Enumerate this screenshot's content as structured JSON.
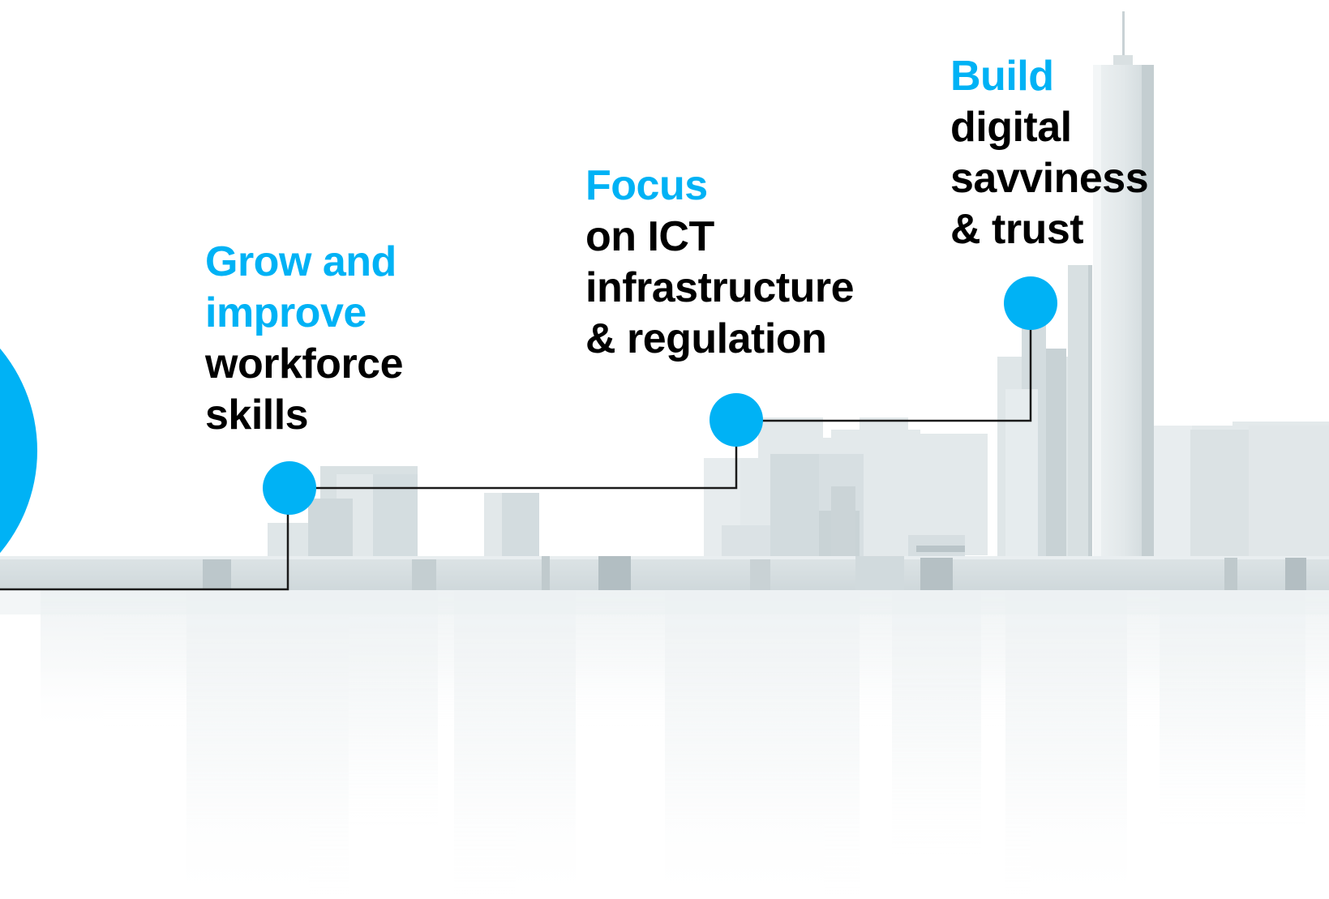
{
  "colors": {
    "accent": "#00b2f5",
    "text": "#000000",
    "connector": "#1a1a1a",
    "building": "#dbe3e6"
  },
  "steps": [
    {
      "highlight_lines": [
        "Grow and",
        "improve"
      ],
      "body_lines": [
        "workforce",
        "skills"
      ]
    },
    {
      "highlight_lines": [
        "Focus"
      ],
      "body_lines": [
        "on ICT",
        "infrastructure",
        "& regulation"
      ]
    },
    {
      "highlight_lines": [
        "Build"
      ],
      "body_lines": [
        "digital",
        "savviness",
        "& trust"
      ]
    }
  ]
}
